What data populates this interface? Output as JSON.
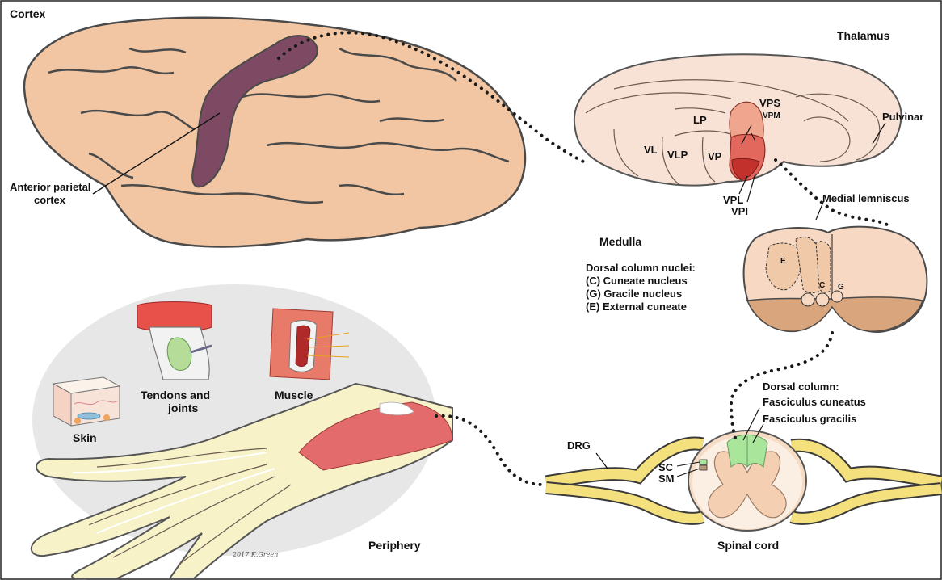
{
  "colors": {
    "brain": "#f2c6a2",
    "brain_outline": "#4a4a4a",
    "parietal": "#7e4a63",
    "thalamus": "#f8e2d6",
    "vp_nucleus": "#e2685e",
    "vp_dark": "#c3312c",
    "medulla": "#f6d8c3",
    "medulla_dark": "#d9a57d",
    "nerve": "#f4e07c",
    "dorsal_column": "#a9e69c",
    "spinal_gray": "#f4cfb1",
    "periphery_bg": "#e7e7e7",
    "muscle": "#e46b6b",
    "hand": "#f7f2c8"
  },
  "labels": {
    "cortex": "Cortex",
    "anterior_parietal_line1": "Anterior parietal",
    "anterior_parietal_line2": "cortex",
    "thalamus": "Thalamus",
    "pulvinar": "Pulvinar",
    "lp": "LP",
    "vps": "VPS",
    "vpm": "VPM",
    "vl": "VL",
    "vlp": "VLP",
    "vp": "VP",
    "vpl": "VPL",
    "vpi": "VPI",
    "medial_lemniscus": "Medial lemniscus",
    "medulla": "Medulla",
    "dcn_title": "Dorsal column nuclei:",
    "dcn_c": "(C) Cuneate nucleus",
    "dcn_g": "(G) Gracile nucleus",
    "dcn_e": "(E) External cuneate",
    "medulla_e": "E",
    "medulla_c": "C",
    "medulla_g": "G",
    "dorsal_column": "Dorsal column:",
    "fasciculus_cuneatus": "Fasciculus cuneatus",
    "fasciculus_gracilis": "Fasciculus gracilis",
    "drg": "DRG",
    "sc": "SC",
    "sm": "SM",
    "spinal_cord": "Spinal cord",
    "skin": "Skin",
    "tendons_line1": "Tendons and",
    "tendons_line2": "joints",
    "muscle": "Muscle",
    "periphery": "Periphery"
  },
  "signature": "2017 K.Green"
}
